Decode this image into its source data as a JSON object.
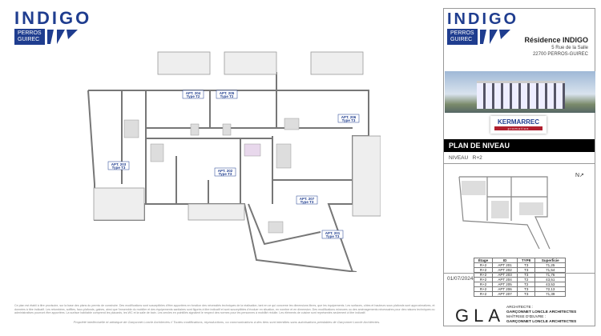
{
  "brand": {
    "name": "INDIGO",
    "tagline_line1": "PERROS",
    "tagline_line2": "GUIREC",
    "color": "#1f3d8f"
  },
  "residence": {
    "title": "Résidence INDIGO",
    "address_line1": "5 Rue de la Salle",
    "address_line2": "22700 PERROS-GUIREC"
  },
  "promoter": {
    "name": "KERMARREC",
    "sub": "promotion"
  },
  "plan": {
    "section_title": "PLAN DE NIVEAU",
    "level_label": "NIVEAU",
    "level_value": "R+2",
    "date": "01/07/2024"
  },
  "apartments": [
    "APT. 204",
    "APT. 205",
    "APT. 206",
    "APT. 203",
    "APT. 202",
    "APT. 207",
    "APT. 201"
  ],
  "apartment_types": [
    "Type T2",
    "Type T2",
    "Type T3",
    "Type T3",
    "Type T3",
    "Type T3",
    "Type T3"
  ],
  "table": {
    "headers": [
      "Étage",
      "ID",
      "TYPE",
      "Superficie"
    ],
    "rows": [
      [
        "R+2",
        "APT 201",
        "T3",
        "71,25"
      ],
      [
        "R+2",
        "APT 202",
        "T3",
        "71,54"
      ],
      [
        "R+2",
        "APT 203",
        "T3",
        "71,76"
      ],
      [
        "R+2",
        "APT 204",
        "T2",
        "43,51"
      ],
      [
        "R+2",
        "APT 205",
        "T2",
        "43,53"
      ],
      [
        "R+2",
        "APT 206",
        "T3",
        "72,13"
      ],
      [
        "R+2",
        "APT 207",
        "T3",
        "71,39"
      ]
    ]
  },
  "architect": {
    "logo": "GLA",
    "label1": "ARCHITECTE :",
    "name1": "GARÇONNET LONCLE ARCHITECTES",
    "label2": "MAÎTRISE D'ŒUVRE :",
    "name2": "GARÇONNET LONCLE ARCHITECTES"
  },
  "footer": {
    "disclaimer": "Ce plan est établi à titre provisoire, sur la base des plans du permis de construire. Des modifications sont susceptibles d'être apportées en fonction des nécessités techniques de la réalisation, tant en ce qui concerne les dimensions libres, que les équipements. Les surfaces, côtes et hauteurs sous plafonds sont approximatives, et données à titre indicatif. Les retombées, soffites, faux-plafonds, gaines, ainsi que l'ensemble du mobilier et des équipements sanitaires sont figurés à titre indicatif et sont susceptibles d'évoluer en situation, en nombre et en dimension. Des modifications mineures ou des aménagements nécessaires pour des raisons techniques ou administratives pourront être apportées. La surface habitable comprend les placards, les WC et la salle de bain. Les cercles en pointillés signalent le respect des normes pour les personnes à mobilité réduite. Les éléments de cuisine sont représentés seulement à titre indicatif.",
    "copyright": "Propriété intellectuelle et artistique de Garçonnet Loncle Architectes // Toutes modifications, reproductions, ou communications à des tiers sont interdites sans autorisations préalables de Garçonnet Loncle Architectes."
  }
}
